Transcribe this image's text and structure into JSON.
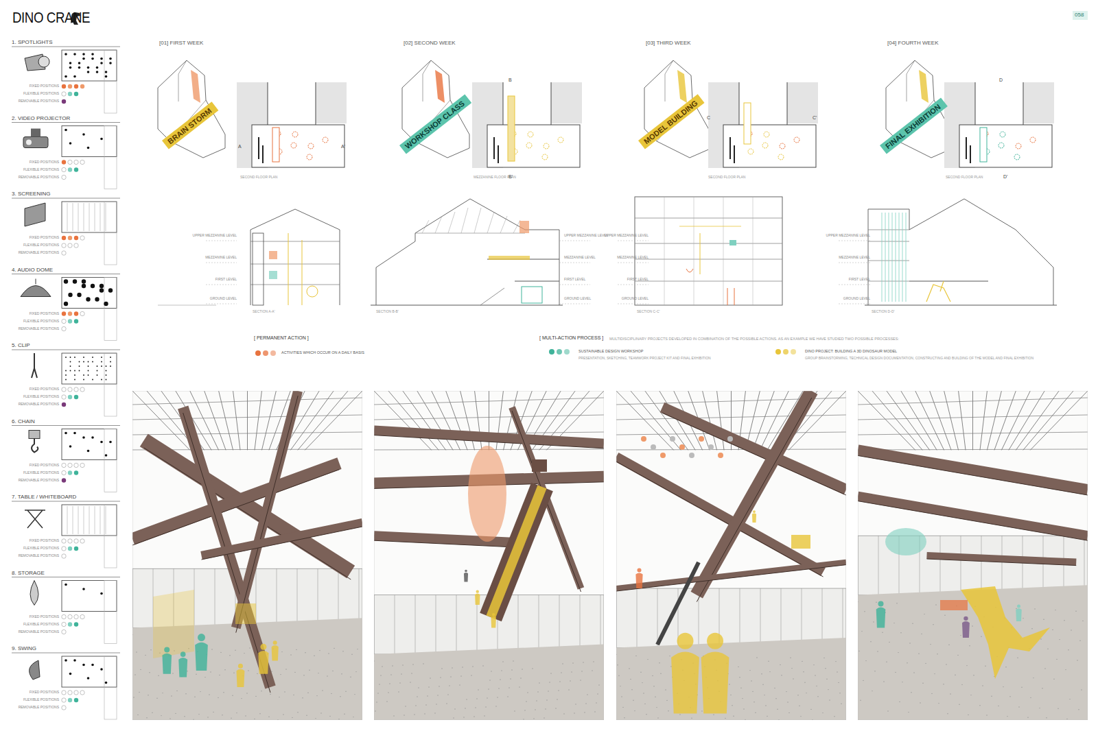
{
  "diagram": {
    "title": "DINO CRANE",
    "nodes": [
      {
        "text": [
          "BRAIN STORM"
        ]
      },
      {
        "text": [
          "WORKSHOP CLASS"
        ]
      },
      {
        "text": [
          "MODEL BUILDING"
        ]
      },
      {
        "text": [
          "FINAL EXHIBITION"
        ]
      }
    ],
    "labels": [
      "058",
      "1. SPOTLIGHTS",
      "2. VIDEO PROJECTOR",
      "3. SCREENING",
      "4. AUDIO DOME",
      "5. CLIP",
      "6. CHAIN",
      "7. TABLE / WHITEBOARD",
      "8. STORAGE",
      "9. SWING",
      "FIXED POSITIONS",
      "FLEXIBLE POSITIONS",
      "REMOVABLE POSITIONS",
      "FIXED POSITIONS",
      "FLEXIBLE POSITIONS",
      "REMOVABLE POSITIONS",
      "FIXED POSITIONS",
      "FLEXIBLE POSITIONS",
      "REMOVABLE POSITIONS",
      "FIXED POSITIONS",
      "FLEXIBLE POSITIONS",
      "REMOVABLE POSITIONS",
      "FIXED POSITIONS",
      "FLEXIBLE POSITIONS",
      "REMOVABLE POSITIONS",
      "FIXED POSITIONS",
      "FLEXIBLE POSITIONS",
      "REMOVABLE POSITIONS",
      "FIXED POSITIONS",
      "FLEXIBLE POSITIONS",
      "REMOVABLE POSITIONS",
      "FIXED POSITIONS",
      "FLEXIBLE POSITIONS",
      "REMOVABLE POSITIONS",
      "FIXED POSITIONS",
      "FLEXIBLE POSITIONS",
      "REMOVABLE POSITIONS",
      "[01] FIRST WEEK",
      "[02] SECOND WEEK",
      "[03] THIRD WEEK",
      "[04] FOURTH WEEK",
      "SECOND FLOOR PLAN",
      "MEZZANINE FLOOR PLAN",
      "SECOND FLOOR PLAN",
      "SECOND FLOOR PLAN",
      "SECTION A-A'",
      "SECTION B-B'",
      "SECTION C-C'",
      "SECTION D-D'",
      "UPPER MEZZANINE LEVEL",
      "MEZZANINE LEVEL",
      "FIRST LEVEL",
      "GROUND LEVEL",
      "UPPER MEZZANINE LEVEL",
      "MEZZANINE LEVEL",
      "FIRST LEVEL",
      "GROUND LEVEL",
      "UPPER MEZZANINE LEVEL",
      "MEZZANINE LEVEL",
      "FIRST LEVEL",
      "GROUND LEVEL",
      "UPPER MEZZANINE LEVEL",
      "MEZZANINE LEVEL",
      "FIRST LEVEL",
      "GROUND LEVEL",
      "[ PERMANENT ACTION ]",
      "[ MULTI-ACTION PROCESS ]",
      "MULTIDISCIPLINARY PROJECTS DEVELOPED IN COMBINATION OF THE POSSIBLE ACTIONS. AS AN EXAMPLE WE HAVE STUDIED TWO POSSIBLE PROCESSES:",
      "PRESENTATION, SKETCHING, TEAMWORK PROJECT KIT AND FINAL EXHIBITION",
      "GROUP BRAINSTORMING, TECHNICAL DESIGN DOCUMENTATION, CONSTRUCTING AND BUILDING OF THE MODEL AND FINAL EXHIBITION",
      "A",
      "A'",
      "B",
      "B'",
      "C",
      "C'",
      "D",
      "D'"
    ],
    "legend": [
      {
        "text": "ACTIVITIES WHICH OCCUR ON A DAILY BASIS",
        "color": "#e8733f"
      },
      {
        "text": "SUSTAINABLE DESIGN WORKSHOP",
        "color": "#3fb39a"
      },
      {
        "text": "DINO PROJECT: BUILDING A 3D DINOSAUR MODEL",
        "color": "#e8c53a"
      }
    ]
  }
}
